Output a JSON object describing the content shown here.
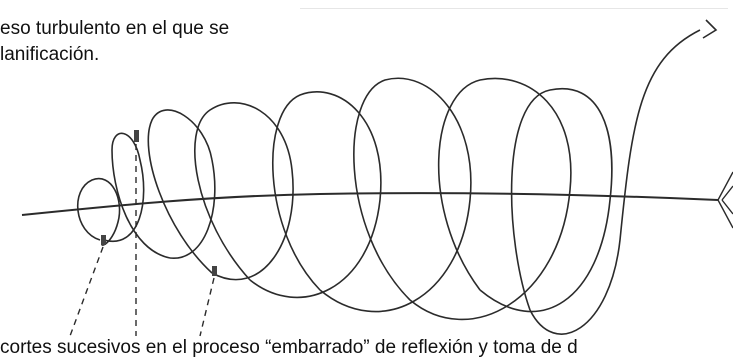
{
  "caption_top": {
    "line1": "eso turbulento en el que se",
    "line2": "lanificación."
  },
  "caption_bottom": "cortes sucesivos en el proceso “embarrado” de reflexión y toma de d",
  "colors": {
    "ink": "#2b2b2b",
    "text": "#111111",
    "marker": "#444444"
  },
  "icons": [
    "arrow-head-icon",
    "arrow-tail-icon"
  ]
}
